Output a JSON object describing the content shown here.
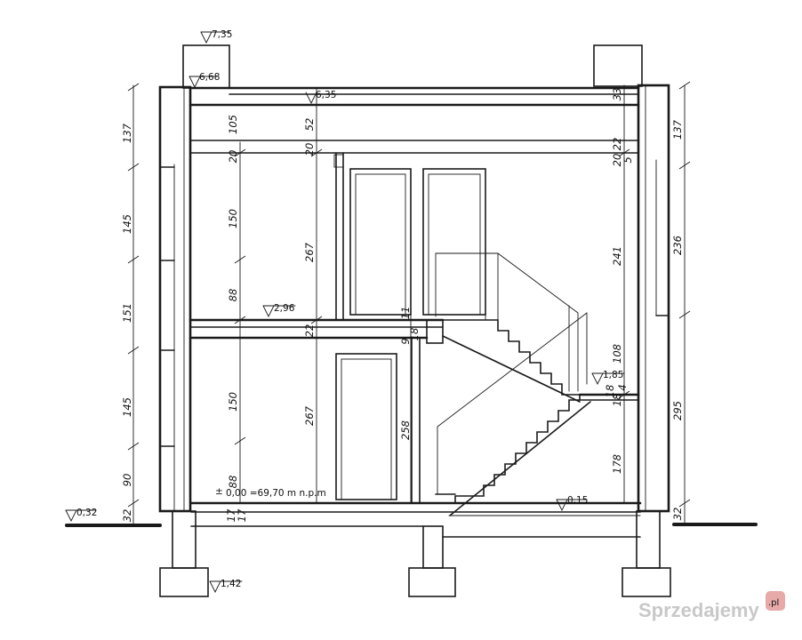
{
  "levels": {
    "top_chimney": "7,35",
    "roof_left": "6,68",
    "roof_mid": "6,35",
    "first_floor": "2,96",
    "landing": "1,85",
    "ground": "0,00 =69,70  m  n.p.m",
    "ground_sign": "±",
    "grade_left": "0,32",
    "grade_right": "0,15",
    "foundation": "1,42"
  },
  "dims": {
    "left_outer": [
      "137",
      "145",
      "151",
      "145",
      "90",
      "32"
    ],
    "left_inner": [
      "105",
      "20",
      "150",
      "88",
      "150",
      "88",
      "17",
      "17"
    ],
    "mid": [
      "52",
      "20",
      "267",
      "22",
      "267"
    ],
    "stair_post": [
      "11",
      "18",
      "9",
      "258"
    ],
    "right_inner": [
      "33",
      "22",
      "20",
      "5",
      "241",
      "108",
      "18",
      "4",
      "18",
      "178"
    ],
    "right_outer": [
      "137",
      "236",
      "295",
      "32"
    ]
  },
  "watermark": {
    "text": "Sprzedajemy",
    "badge": ".pl"
  }
}
